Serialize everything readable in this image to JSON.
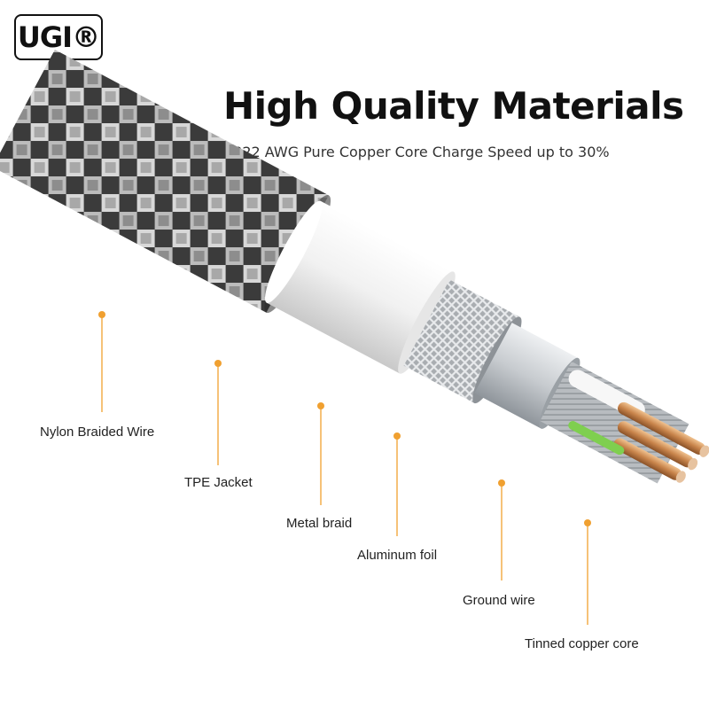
{
  "logo": {
    "text": "UGI®"
  },
  "title": "High Quality Materials",
  "subtitle": "2822 AWG Pure Copper Core Charge Speed up to 30%",
  "colors": {
    "callout": "#f0a030",
    "jacket_white": "#f4f4f4",
    "foil_silver": "#cfd3d6",
    "copper": "#c88a55",
    "ground_green": "#7fcf4f"
  },
  "labels": {
    "nylon": "Nylon Braided Wire",
    "tpe": "TPE Jacket",
    "metal_braid": "Metal braid",
    "aluminum": "Aluminum foil",
    "ground": "Ground wire",
    "tinned": "Tinned copper core"
  }
}
